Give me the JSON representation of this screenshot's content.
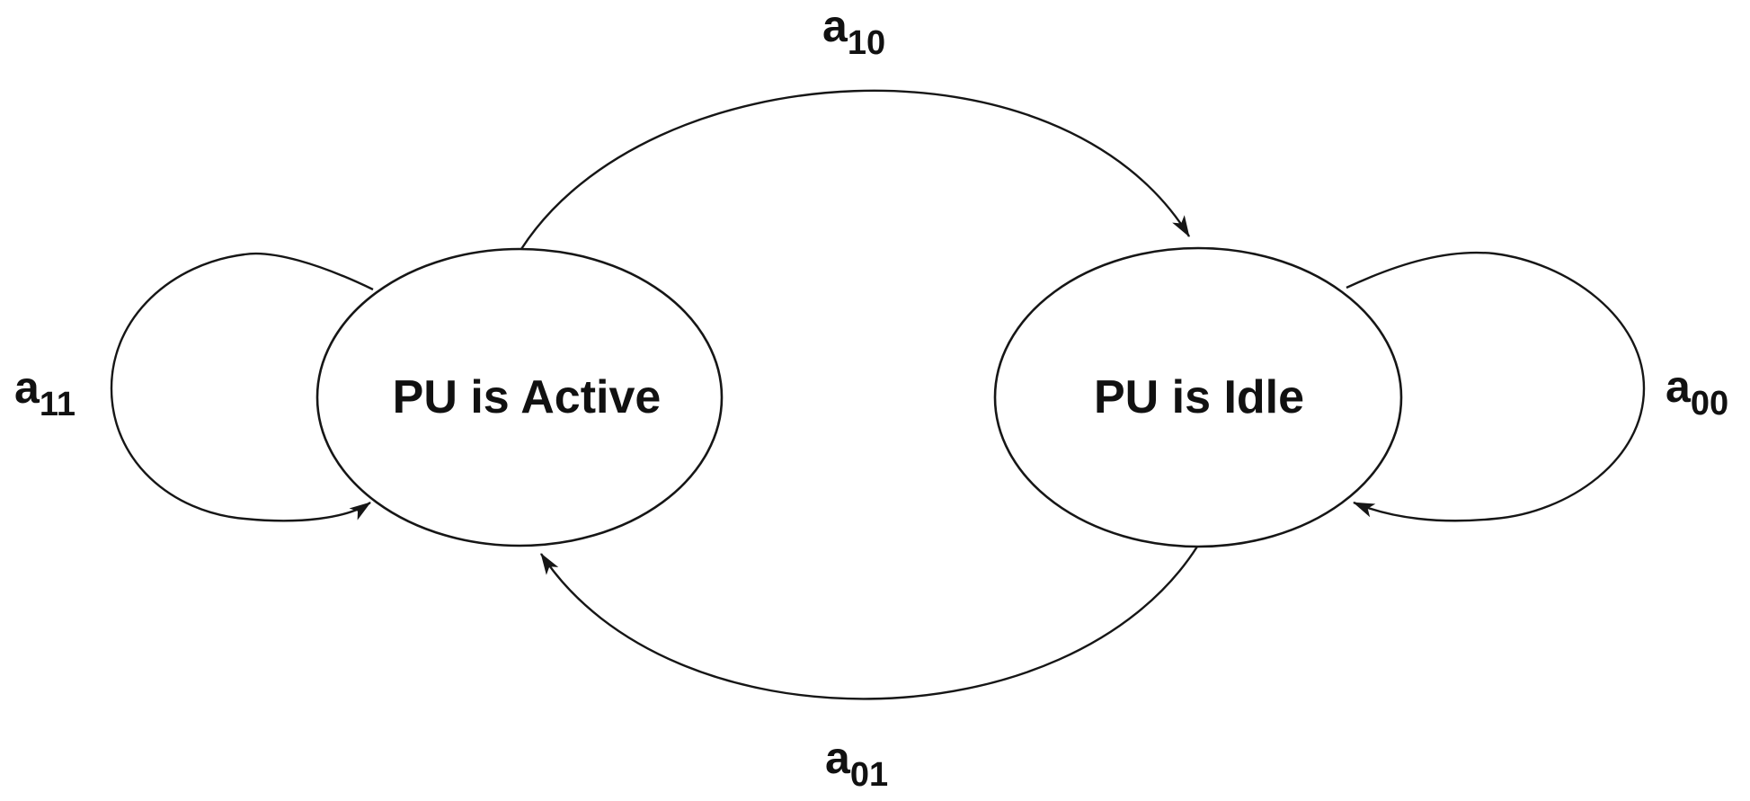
{
  "diagram": {
    "type": "state-transition-diagram",
    "background": "#ffffff",
    "stroke_color": "#161616",
    "text_color": "#111111",
    "arrowhead_icon": "filled-triangle",
    "states": [
      {
        "id": "active",
        "label": "PU is Active"
      },
      {
        "id": "idle",
        "label": "PU is Idle"
      }
    ],
    "transitions": [
      {
        "base": "a",
        "sub": "10",
        "from": "PU is Active",
        "to": "PU is Idle"
      },
      {
        "base": "a",
        "sub": "01",
        "from": "PU is Idle",
        "to": "PU is Active"
      },
      {
        "base": "a",
        "sub": "11",
        "from": "PU is Active",
        "to": "PU is Active"
      },
      {
        "base": "a",
        "sub": "00",
        "from": "PU is Idle",
        "to": "PU is Idle"
      }
    ]
  }
}
